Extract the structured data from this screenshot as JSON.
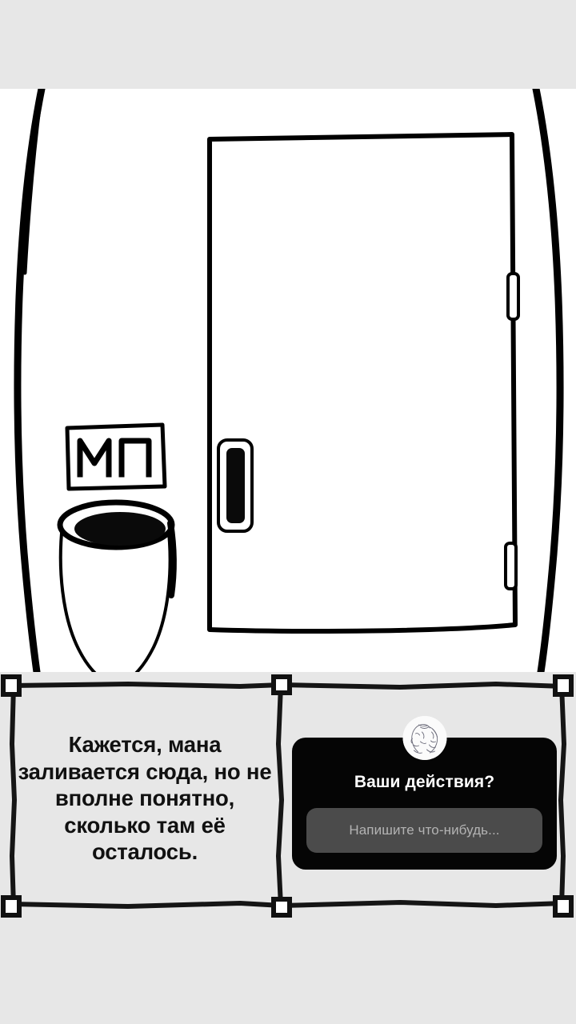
{
  "scene": {
    "sign_label": "МП",
    "objects": [
      "curved-wall-left",
      "curved-wall-right",
      "restroom-sign",
      "urinal",
      "door",
      "door-handle",
      "door-hinge-top",
      "door-hinge-bottom"
    ]
  },
  "caption": {
    "text": "Кажется, мана заливается сюда, но не вполне понятно, сколько там её осталось."
  },
  "sticker": {
    "question": "Ваши действия?",
    "input_value": "",
    "input_placeholder": "Напишите что-нибудь...",
    "avatar_icon": "profile-sketch-avatar-icon"
  },
  "colors": {
    "page_background": "#e7e7e7",
    "illustration_background": "#ffffff",
    "ink": "#000000",
    "sticker_background": "#050505",
    "sticker_input_background": "#4b4b4b",
    "sticker_text": "#ffffff",
    "sticker_placeholder_text": "#b3b3b3",
    "caption_text": "#111111"
  }
}
